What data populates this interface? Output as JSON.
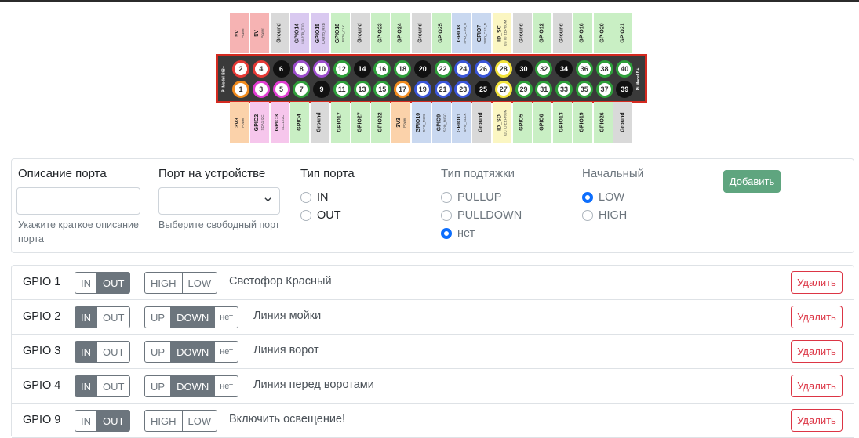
{
  "pinout": {
    "top_labels": [
      {
        "name": "5V",
        "sub": "Power",
        "color": "#f6b3b3"
      },
      {
        "name": "5V",
        "sub": "Power",
        "color": "#f6b3b3"
      },
      {
        "name": "Ground",
        "sub": "",
        "color": "#d9d9d9"
      },
      {
        "name": "GPIO14",
        "sub": "UART0_TXD",
        "color": "#d9c9f0"
      },
      {
        "name": "GPIO15",
        "sub": "UART0_RXD",
        "color": "#d9c9f0"
      },
      {
        "name": "GPIO18",
        "sub": "PCM_CLK",
        "color": "#c9efc4"
      },
      {
        "name": "Ground",
        "sub": "",
        "color": "#d9d9d9"
      },
      {
        "name": "GPIO23",
        "sub": "",
        "color": "#c9efc4"
      },
      {
        "name": "GPIO24",
        "sub": "",
        "color": "#c9efc4"
      },
      {
        "name": "Ground",
        "sub": "",
        "color": "#d9d9d9"
      },
      {
        "name": "GPIO25",
        "sub": "",
        "color": "#c9efc4"
      },
      {
        "name": "GPIO8",
        "sub": "SPI0_CE0_N",
        "color": "#c9d8f0"
      },
      {
        "name": "GPIO7",
        "sub": "SPI0_CE1_N",
        "color": "#c9d8f0"
      },
      {
        "name": "ID_SC",
        "sub": "I2C ID EEPROM",
        "color": "#fbf6c2"
      },
      {
        "name": "Ground",
        "sub": "",
        "color": "#d9d9d9"
      },
      {
        "name": "GPIO12",
        "sub": "",
        "color": "#c9efc4"
      },
      {
        "name": "Ground",
        "sub": "",
        "color": "#d9d9d9"
      },
      {
        "name": "GPIO16",
        "sub": "",
        "color": "#c9efc4"
      },
      {
        "name": "GPIO20",
        "sub": "",
        "color": "#c9efc4"
      },
      {
        "name": "GPIO21",
        "sub": "",
        "color": "#c9efc4"
      }
    ],
    "bottom_labels": [
      {
        "name": "3V3",
        "sub": "Power",
        "color": "#fbd2aa"
      },
      {
        "name": "GPIO2",
        "sub": "SDA1 I2C",
        "color": "#f6c6ec"
      },
      {
        "name": "GPIO3",
        "sub": "SCL1 I2C",
        "color": "#f6c6ec"
      },
      {
        "name": "GPIO4",
        "sub": "",
        "color": "#c9efc4"
      },
      {
        "name": "Ground",
        "sub": "",
        "color": "#d9d9d9"
      },
      {
        "name": "GPIO17",
        "sub": "",
        "color": "#c9efc4"
      },
      {
        "name": "GPIO27",
        "sub": "",
        "color": "#c9efc4"
      },
      {
        "name": "GPIO22",
        "sub": "",
        "color": "#c9efc4"
      },
      {
        "name": "3V3",
        "sub": "Power",
        "color": "#fbd2aa"
      },
      {
        "name": "GPIO10",
        "sub": "SPI0_MOSI",
        "color": "#c9d8f0"
      },
      {
        "name": "GPIO9",
        "sub": "SPI0_MISO",
        "color": "#c9d8f0"
      },
      {
        "name": "GPIO11",
        "sub": "SPI0_SCLK",
        "color": "#c9d8f0"
      },
      {
        "name": "Ground",
        "sub": "",
        "color": "#d9d9d9"
      },
      {
        "name": "ID_SD",
        "sub": "I2C ID EEPROM",
        "color": "#fbf6c2"
      },
      {
        "name": "GPIO5",
        "sub": "",
        "color": "#c9efc4"
      },
      {
        "name": "GPIO6",
        "sub": "",
        "color": "#c9efc4"
      },
      {
        "name": "GPIO13",
        "sub": "",
        "color": "#c9efc4"
      },
      {
        "name": "GPIO19",
        "sub": "",
        "color": "#c9efc4"
      },
      {
        "name": "GPIO26",
        "sub": "",
        "color": "#c9efc4"
      },
      {
        "name": "Ground",
        "sub": "",
        "color": "#d9d9d9"
      }
    ],
    "board_left_label": "Pi Model B/B+",
    "board_right_label": "Pi Model B+",
    "top_pins": [
      {
        "num": "2",
        "ring": "#e53935",
        "dark": false
      },
      {
        "num": "4",
        "ring": "#e53935",
        "dark": false
      },
      {
        "num": "6",
        "ring": "#111111",
        "dark": true
      },
      {
        "num": "8",
        "ring": "#9c4dcc",
        "dark": false
      },
      {
        "num": "10",
        "ring": "#9c4dcc",
        "dark": false
      },
      {
        "num": "12",
        "ring": "#2e9e3a",
        "dark": false
      },
      {
        "num": "14",
        "ring": "#111111",
        "dark": true
      },
      {
        "num": "16",
        "ring": "#2e9e3a",
        "dark": false
      },
      {
        "num": "18",
        "ring": "#2e9e3a",
        "dark": false
      },
      {
        "num": "20",
        "ring": "#111111",
        "dark": true
      },
      {
        "num": "22",
        "ring": "#2e9e3a",
        "dark": false
      },
      {
        "num": "24",
        "ring": "#3a55d6",
        "dark": false
      },
      {
        "num": "26",
        "ring": "#3a55d6",
        "dark": false
      },
      {
        "num": "28",
        "ring": "#f2e23a",
        "dark": false
      },
      {
        "num": "30",
        "ring": "#111111",
        "dark": true
      },
      {
        "num": "32",
        "ring": "#2e9e3a",
        "dark": false
      },
      {
        "num": "34",
        "ring": "#111111",
        "dark": true
      },
      {
        "num": "36",
        "ring": "#2e9e3a",
        "dark": false
      },
      {
        "num": "38",
        "ring": "#2e9e3a",
        "dark": false
      },
      {
        "num": "40",
        "ring": "#2e9e3a",
        "dark": false
      }
    ],
    "bottom_pins": [
      {
        "num": "1",
        "ring": "#f08a1c",
        "dark": false
      },
      {
        "num": "3",
        "ring": "#e03ad0",
        "dark": false
      },
      {
        "num": "5",
        "ring": "#e03ad0",
        "dark": false
      },
      {
        "num": "7",
        "ring": "#2e9e3a",
        "dark": false
      },
      {
        "num": "9",
        "ring": "#111111",
        "dark": true
      },
      {
        "num": "11",
        "ring": "#2e9e3a",
        "dark": false
      },
      {
        "num": "13",
        "ring": "#2e9e3a",
        "dark": false
      },
      {
        "num": "15",
        "ring": "#2e9e3a",
        "dark": false
      },
      {
        "num": "17",
        "ring": "#f08a1c",
        "dark": false
      },
      {
        "num": "19",
        "ring": "#3a55d6",
        "dark": false
      },
      {
        "num": "21",
        "ring": "#3a55d6",
        "dark": false
      },
      {
        "num": "23",
        "ring": "#3a55d6",
        "dark": false
      },
      {
        "num": "25",
        "ring": "#111111",
        "dark": true
      },
      {
        "num": "27",
        "ring": "#f2e23a",
        "dark": false
      },
      {
        "num": "29",
        "ring": "#2e9e3a",
        "dark": false
      },
      {
        "num": "31",
        "ring": "#2e9e3a",
        "dark": false
      },
      {
        "num": "33",
        "ring": "#2e9e3a",
        "dark": false
      },
      {
        "num": "35",
        "ring": "#2e9e3a",
        "dark": false
      },
      {
        "num": "37",
        "ring": "#2e9e3a",
        "dark": false
      },
      {
        "num": "39",
        "ring": "#111111",
        "dark": true
      }
    ]
  },
  "form": {
    "description_label": "Описание порта",
    "description_value": "",
    "description_help": "Укажите краткое описание порта",
    "device_port_label": "Порт на устройстве",
    "device_port_value": "",
    "device_port_help": "Выберите свободный порт",
    "port_type_label": "Тип порта",
    "port_type_options": [
      "IN",
      "OUT"
    ],
    "pull_label": "Тип подтяжки",
    "pull_options": [
      "PULLUP",
      "PULLDOWN",
      "нет"
    ],
    "pull_selected": "нет",
    "initial_label": "Начальный",
    "initial_options": [
      "LOW",
      "HIGH"
    ],
    "initial_selected": "LOW",
    "add_button": "Добавить",
    "add_button_color": "#5fa57f",
    "accent_color": "#0d6efd"
  },
  "ports": [
    {
      "name": "GPIO 1",
      "dir": [
        "IN",
        "OUT"
      ],
      "dir_active": "OUT",
      "state": [
        "HIGH",
        "LOW"
      ],
      "state_active": "",
      "desc": "Светофор Красный",
      "delete": "Удалить"
    },
    {
      "name": "GPIO 2",
      "dir": [
        "IN",
        "OUT"
      ],
      "dir_active": "IN",
      "state": [
        "UP",
        "DOWN",
        "нет"
      ],
      "state_active": "DOWN",
      "desc": "Линия мойки",
      "delete": "Удалить"
    },
    {
      "name": "GPIO 3",
      "dir": [
        "IN",
        "OUT"
      ],
      "dir_active": "IN",
      "state": [
        "UP",
        "DOWN",
        "нет"
      ],
      "state_active": "DOWN",
      "desc": "Линия ворот",
      "delete": "Удалить"
    },
    {
      "name": "GPIO 4",
      "dir": [
        "IN",
        "OUT"
      ],
      "dir_active": "IN",
      "state": [
        "UP",
        "DOWN",
        "нет"
      ],
      "state_active": "DOWN",
      "desc": "Линия перед воротами",
      "delete": "Удалить"
    },
    {
      "name": "GPIO 9",
      "dir": [
        "IN",
        "OUT"
      ],
      "dir_active": "OUT",
      "state": [
        "HIGH",
        "LOW"
      ],
      "state_active": "",
      "desc": "Включить освещение!",
      "delete": "Удалить"
    }
  ]
}
